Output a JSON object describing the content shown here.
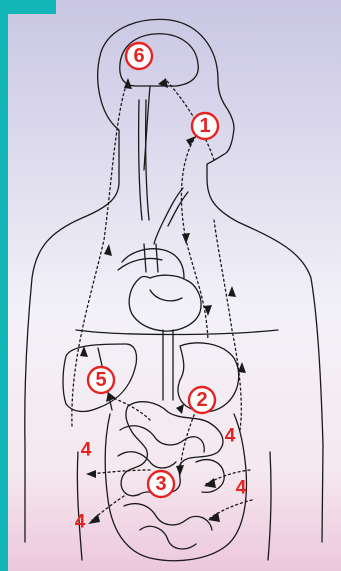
{
  "colors": {
    "teal_bar": "#13b6b6",
    "background_top": "#c9c6e3",
    "background_bottom": "#ecc8dc",
    "outline": "#1a1a1a",
    "marker_red": "#e52421",
    "marker_fill": "#ffffff"
  },
  "markers": {
    "m1": "1",
    "m2": "2",
    "m3": "3",
    "m4a": "4",
    "m4b": "4",
    "m4c": "4",
    "m4d": "4",
    "m5": "5",
    "m6": "6"
  }
}
